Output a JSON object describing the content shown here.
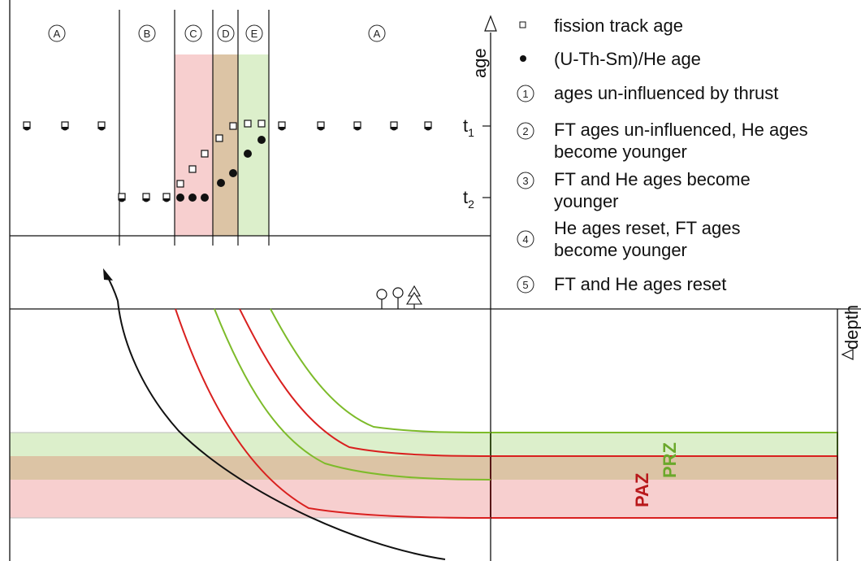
{
  "zones": [
    {
      "id": "zone-a-left",
      "label": "A"
    },
    {
      "id": "zone-b",
      "label": "B"
    },
    {
      "id": "zone-c",
      "label": "C"
    },
    {
      "id": "zone-d",
      "label": "D"
    },
    {
      "id": "zone-e",
      "label": "E"
    },
    {
      "id": "zone-a-right",
      "label": "A"
    }
  ],
  "axis": {
    "age_label": "age",
    "t1_main": "t",
    "t1_sub": "1",
    "t2_main": "t",
    "t2_sub": "2",
    "depth_label": "depth"
  },
  "legend": {
    "fission_track": "fission track age",
    "he_age": "(U-Th-Sm)/He age",
    "items": [
      {
        "num": "1",
        "lines": [
          "ages un-influenced by thrust"
        ]
      },
      {
        "num": "2",
        "lines": [
          "FT ages un-influenced, He ages",
          "become younger"
        ]
      },
      {
        "num": "3",
        "lines": [
          "FT and He ages become",
          "younger"
        ]
      },
      {
        "num": "4",
        "lines": [
          "He ages reset, FT ages",
          "become younger"
        ]
      },
      {
        "num": "5",
        "lines": [
          "FT and He ages reset"
        ]
      }
    ]
  },
  "zones_labels": {
    "paz": "PAZ",
    "prz": "PRZ"
  },
  "colors": {
    "paz": "#d9201f",
    "prz": "#7dbb2a",
    "paz_fill": "#f7cfcf",
    "prz_fill": "#dcefcb",
    "overlap_fill": "#dcc4a5",
    "line": "#111111"
  }
}
